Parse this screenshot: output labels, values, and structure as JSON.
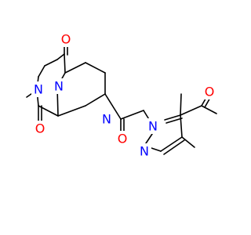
{
  "structure": {
    "atoms": [
      {
        "id": "O1",
        "symbol": "O",
        "color": "#ff0000"
      },
      {
        "id": "N1",
        "symbol": "N",
        "color": "#0000ff"
      },
      {
        "id": "N2",
        "symbol": "N",
        "color": "#0000ff"
      },
      {
        "id": "O2",
        "symbol": "O",
        "color": "#ff0000"
      },
      {
        "id": "O3",
        "symbol": "O",
        "color": "#ff0000"
      },
      {
        "id": "N3",
        "symbol": "N",
        "color": "#0000ff"
      },
      {
        "id": "O4",
        "symbol": "O",
        "color": "#ff0000"
      },
      {
        "id": "N4",
        "symbol": "N",
        "color": "#0000ff"
      },
      {
        "id": "N5",
        "symbol": "N",
        "color": "#0000ff"
      }
    ],
    "colors": {
      "bond": "#000000",
      "oxygen": "#ff0000",
      "nitrogen": "#0000ff"
    }
  }
}
